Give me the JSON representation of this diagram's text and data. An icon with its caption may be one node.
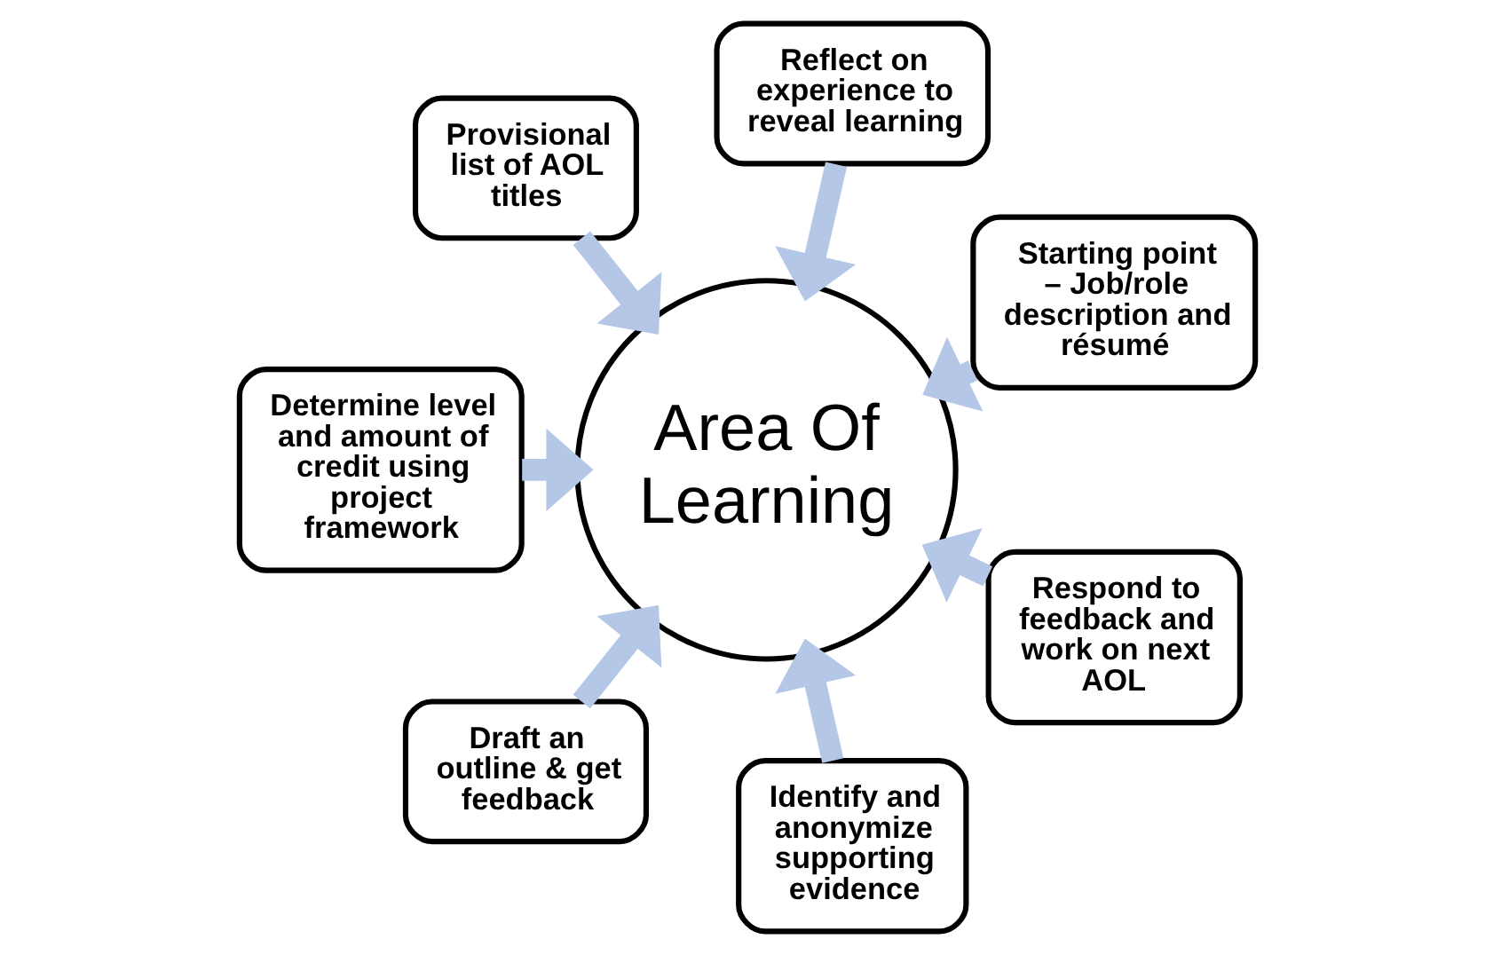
{
  "diagram": {
    "nodes": [
      {
        "text": [
          "Starting point – Job/role description and résumé"
        ]
      },
      {
        "text": [
          "Reflect on experience to reveal learning"
        ]
      },
      {
        "text": [
          "Provisional list of AOL titles"
        ]
      },
      {
        "text": [
          "Determine level and amount of credit using project framework"
        ]
      },
      {
        "text": [
          "Draft an outline & get feedback"
        ]
      },
      {
        "text": [
          "Identify and anonymize supporting evidence"
        ]
      },
      {
        "text": [
          "Respond to feedback and work on next AOL"
        ]
      },
      {
        "text": [
          "Area Of Learning"
        ]
      }
    ],
    "edges": [
      {
        "from": 0,
        "to": 7,
        "arrow": "to"
      },
      {
        "from": 1,
        "to": 7,
        "arrow": "to"
      },
      {
        "from": 2,
        "to": 7,
        "arrow": "to"
      },
      {
        "from": 3,
        "to": 7,
        "arrow": "to"
      },
      {
        "from": 4,
        "to": 7,
        "arrow": "to"
      },
      {
        "from": 5,
        "to": 7,
        "arrow": "to"
      },
      {
        "from": 6,
        "to": 7,
        "arrow": "to"
      }
    ]
  }
}
